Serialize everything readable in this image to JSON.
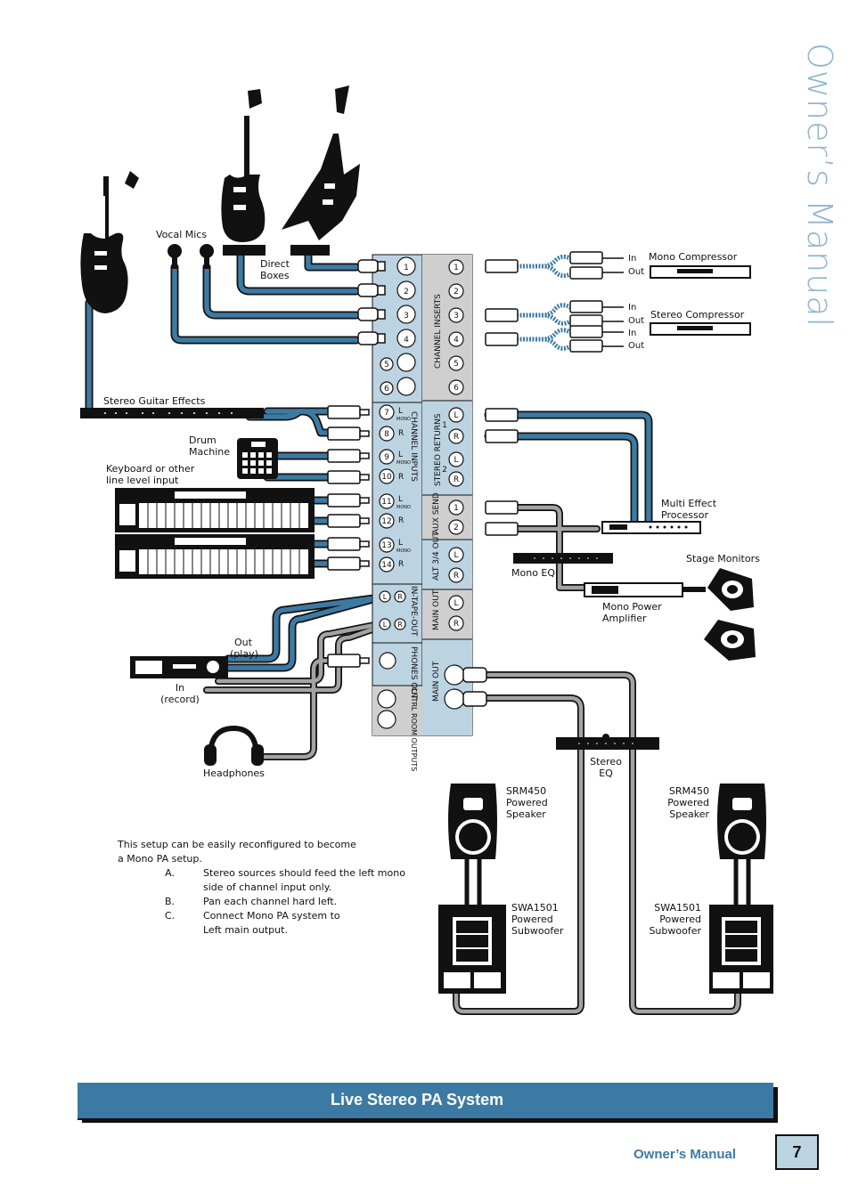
{
  "side_title": "Owner’s Manual",
  "banner_title": "Live Stereo PA System",
  "footer": {
    "label": "Owner’s Manual",
    "page": "7"
  },
  "labels": {
    "vocal_mics": "Vocal Mics",
    "direct_boxes": "Direct Boxes",
    "stereo_guitar_effects": "Stereo Guitar Effects",
    "drum_machine": "Drum Machine",
    "keyboard": "Keyboard or other line level input",
    "out_play": "Out (play)",
    "in_record": "In (record)",
    "headphones": "Headphones",
    "mono_compressor": "Mono Compressor",
    "stereo_compressor": "Stereo Compressor",
    "in": "In",
    "out": "Out",
    "multi_effect": "Multi Effect Processor",
    "mono_eq": "Mono EQ",
    "stage_monitors": "Stage Monitors",
    "mono_power_amp": "Mono Power Amplifier",
    "stereo_eq": "Stereo EQ",
    "srm450": "SRM450",
    "powered": "Powered",
    "speaker": "Speaker",
    "swa1501": "SWA1501",
    "subwoofer": "Subwoofer"
  },
  "mixer": {
    "channel_inserts": "CHANNEL INSERTS",
    "channel_inputs": "CHANNEL INPUTS",
    "stereo_returns": "STEREO RETURNS",
    "aux_send": "AUX SEND",
    "alt_out": "ALT 3/4 OUT",
    "main_out_rca": "MAIN OUT",
    "in_tape_out": "IN-TAPE-OUT",
    "phones_out": "PHONES OUT",
    "main_out_xlr": "MAIN OUT",
    "cntrl_room": "CNTRL ROOM OUTPUTS",
    "mono": "MONO",
    "L": "L",
    "R": "R",
    "xlr_numbers": [
      "1",
      "2",
      "3",
      "4",
      "5",
      "6"
    ],
    "jack_numbers": [
      "7",
      "8",
      "9",
      "10",
      "11",
      "12",
      "13",
      "14"
    ],
    "insert_numbers": [
      "1",
      "2",
      "3",
      "4",
      "5",
      "6"
    ],
    "return_groups": [
      "1",
      "2"
    ],
    "aux_numbers": [
      "1",
      "2"
    ]
  },
  "note": {
    "intro_1": "This setup can be easily reconfigured to become",
    "intro_2": "a Mono PA setup.",
    "items": [
      {
        "key": "A.",
        "line1": "Stereo sources should feed the left mono",
        "line2": "side of channel input only."
      },
      {
        "key": "B.",
        "line1": "Pan each channel hard left.",
        "line2": ""
      },
      {
        "key": "C.",
        "line1": "Connect Mono PA system to",
        "line2": "Left main output."
      }
    ]
  },
  "colors": {
    "accent": "#3d7aa3",
    "cable_blue": "#3d7aa3",
    "cable_gray": "#9a9a9a",
    "panel_light": "#bcd3e2",
    "panel_gray": "#cfcfcf",
    "side_title": "#8fb6cf"
  }
}
